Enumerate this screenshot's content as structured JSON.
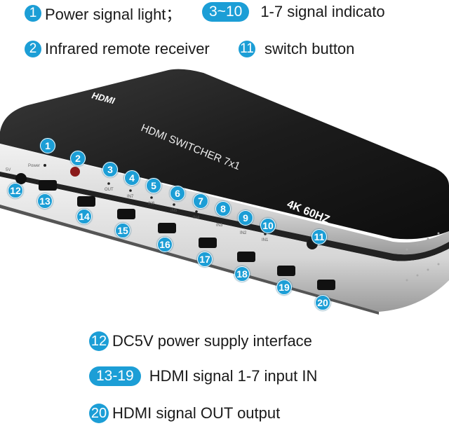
{
  "accent_color": "#1c9ed6",
  "legend_top": [
    {
      "badge": "1",
      "text": "Power signal light；"
    },
    {
      "badge": "3~10",
      "text": "1-7 signal indicato"
    },
    {
      "badge": "2",
      "text": "Infrared remote receiver"
    },
    {
      "badge": "11",
      "text": "switch button"
    }
  ],
  "device": {
    "logo": "HDMI",
    "title": "HDMI  SWITCHER  7x1",
    "spec": "4K 60HZ",
    "port_labels": {
      "power": "Power",
      "dc": "5V",
      "out": "OUT",
      "in7": "IN7",
      "in6": "IN6",
      "in5": "IN5",
      "in4": "IN4",
      "in3": "IN3",
      "in2": "IN2",
      "in1": "IN1"
    }
  },
  "callouts": [
    "1",
    "2",
    "3",
    "4",
    "5",
    "6",
    "7",
    "8",
    "9",
    "10",
    "11",
    "12",
    "13",
    "14",
    "15",
    "16",
    "17",
    "18",
    "19",
    "20"
  ],
  "legend_bottom": [
    {
      "badge": "12",
      "text": "DC5V power supply interface"
    },
    {
      "badge": "13-19",
      "text": "HDMI signal 1-7 input IN"
    },
    {
      "badge": "20",
      "text": "HDMI signal OUT output"
    }
  ]
}
